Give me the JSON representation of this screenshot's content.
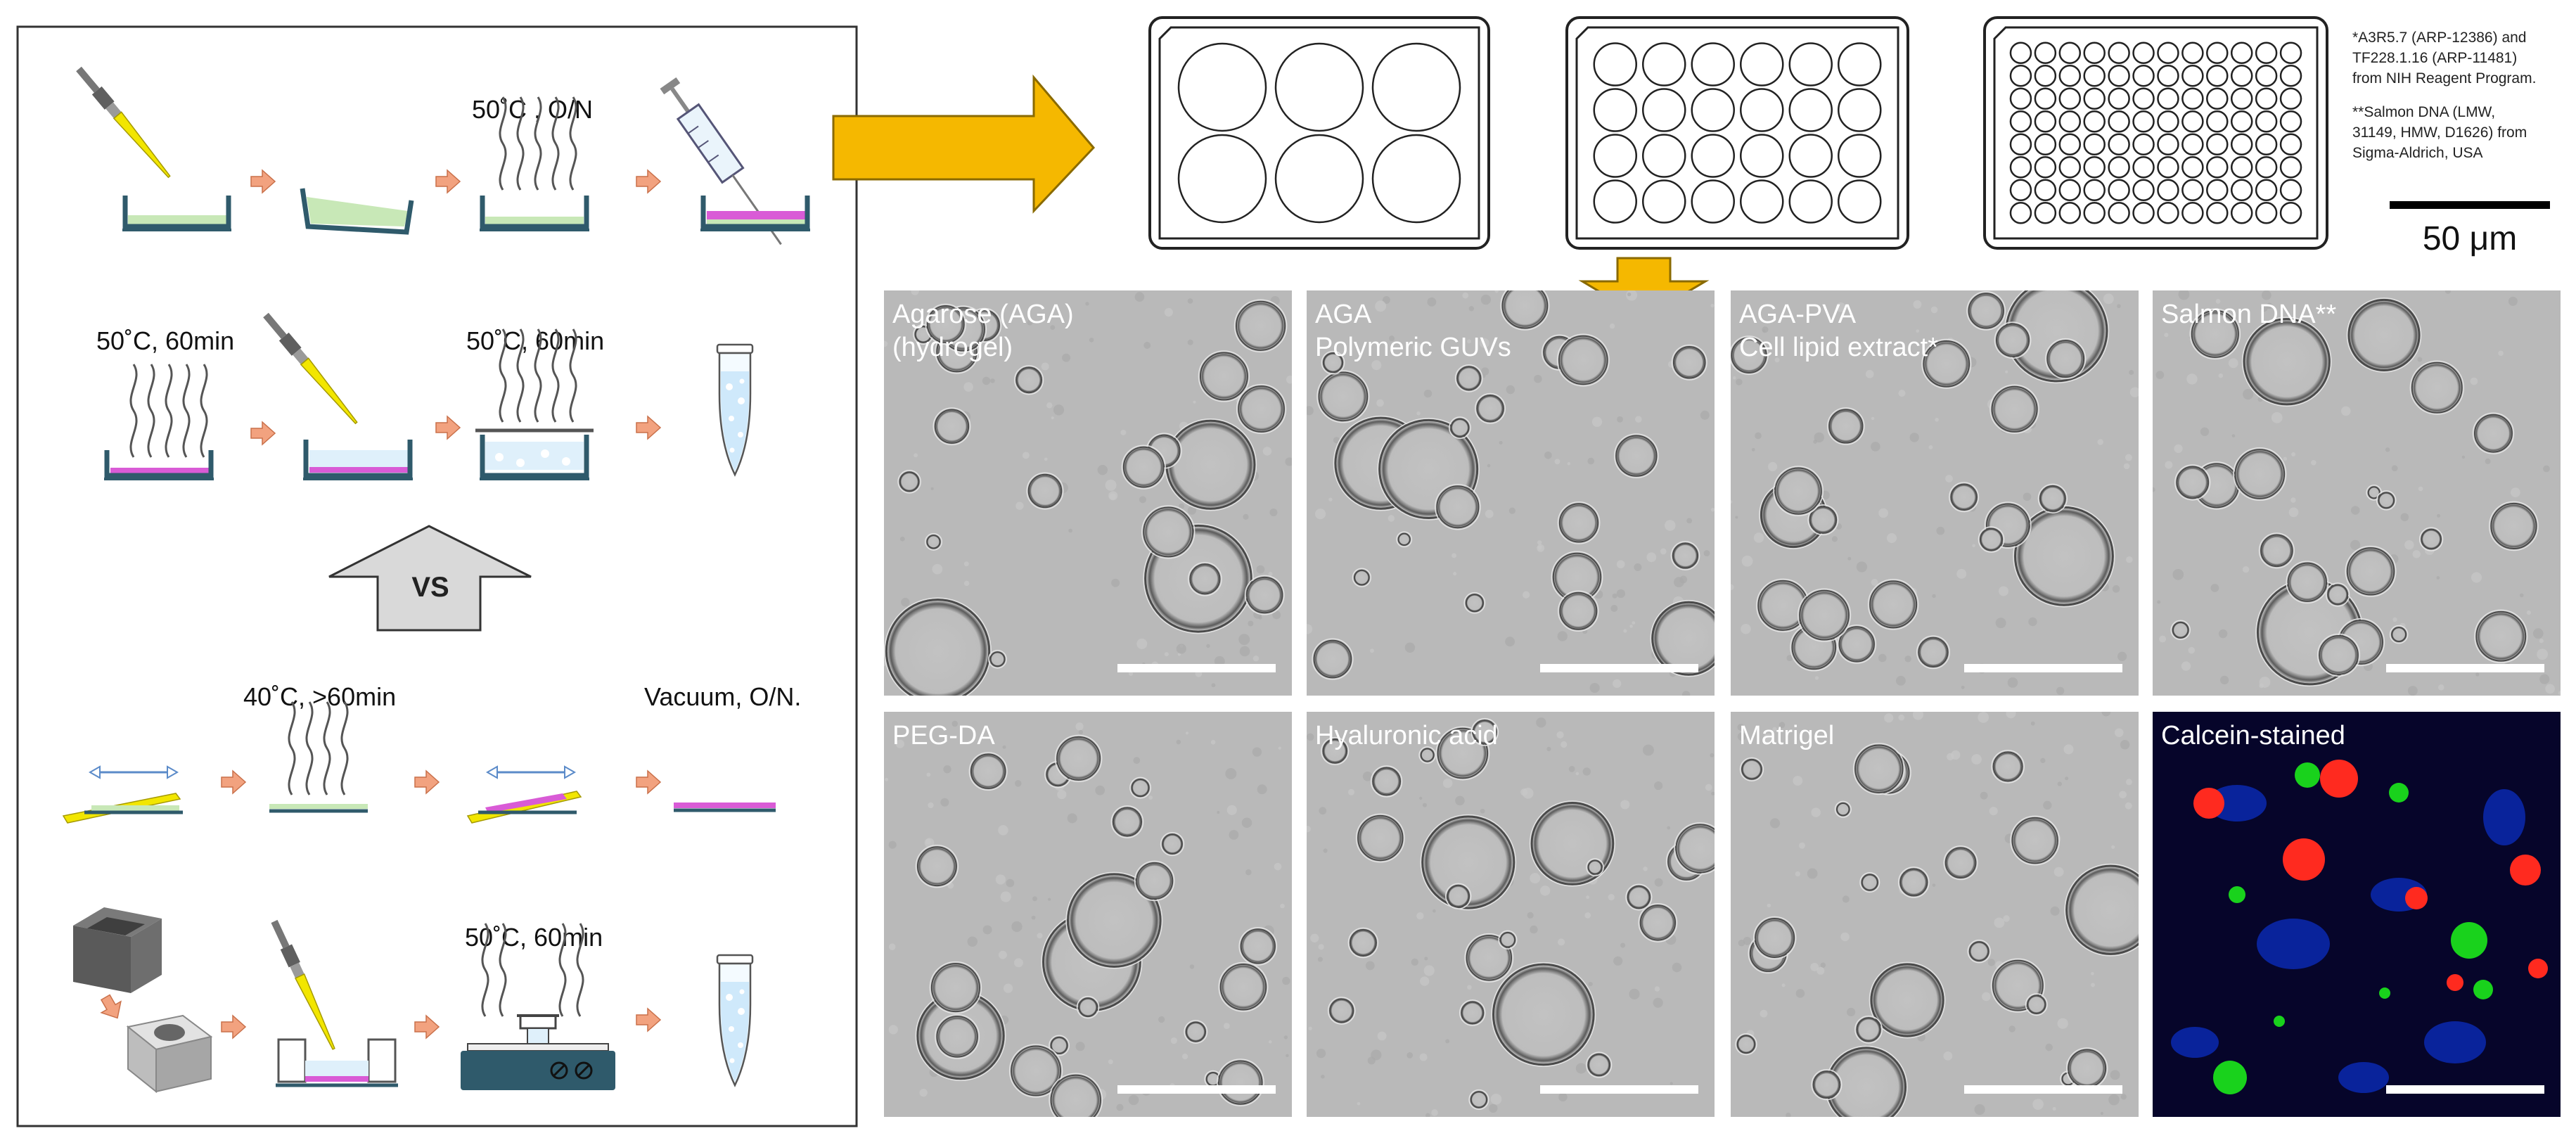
{
  "protocol": {
    "row1": {
      "label": "50˚C , O/N"
    },
    "row2": {
      "label_left": "50˚C, 60min",
      "label_right": "50˚C, 60min"
    },
    "comparison": {
      "label": "VS"
    },
    "row3": {
      "label_left": "40˚C, >60min",
      "label_right": "Vacuum, O/N."
    },
    "row4": {
      "label": "50˚C, 60min"
    }
  },
  "well_plates": [
    "6-well",
    "24-well",
    "96-well"
  ],
  "notes": {
    "line1": "*A3R5.7  (ARP-12386)  and",
    "line2": "TF228.1.16      (ARP-11481)",
    "line3": "from NIH Reagent Program.",
    "line4": "**Salmon    DNA    (LMW,",
    "line5": "31149,  HMW,  D1626)  from",
    "line6": "Sigma-Aldrich, USA"
  },
  "scale_bar": {
    "label": "50 μm"
  },
  "panels": [
    {
      "line1": "Agarose  (AGA)",
      "line2": "(hydrogel)"
    },
    {
      "line1": "AGA",
      "line2": "Polymeric GUVs"
    },
    {
      "line1": "AGA-PVA",
      "line2": "Cell lipid extract*"
    },
    {
      "line1": "Salmon DNA**",
      "line2": ""
    },
    {
      "line1": "PEG-DA",
      "line2": ""
    },
    {
      "line1": "Hyaluronic acid",
      "line2": ""
    },
    {
      "line1": "Matrigel",
      "line2": ""
    },
    {
      "line1": "Calcein-stained",
      "line2": ""
    }
  ],
  "colors": {
    "accent_arrow": "#f5b800",
    "small_arrow": "#f2a27f",
    "dish_dark": "#2f5a6b",
    "liquid_green": "#c8e8b7",
    "liquid_pink": "#d95bd6",
    "pipette_yellow": "#f2e600"
  }
}
